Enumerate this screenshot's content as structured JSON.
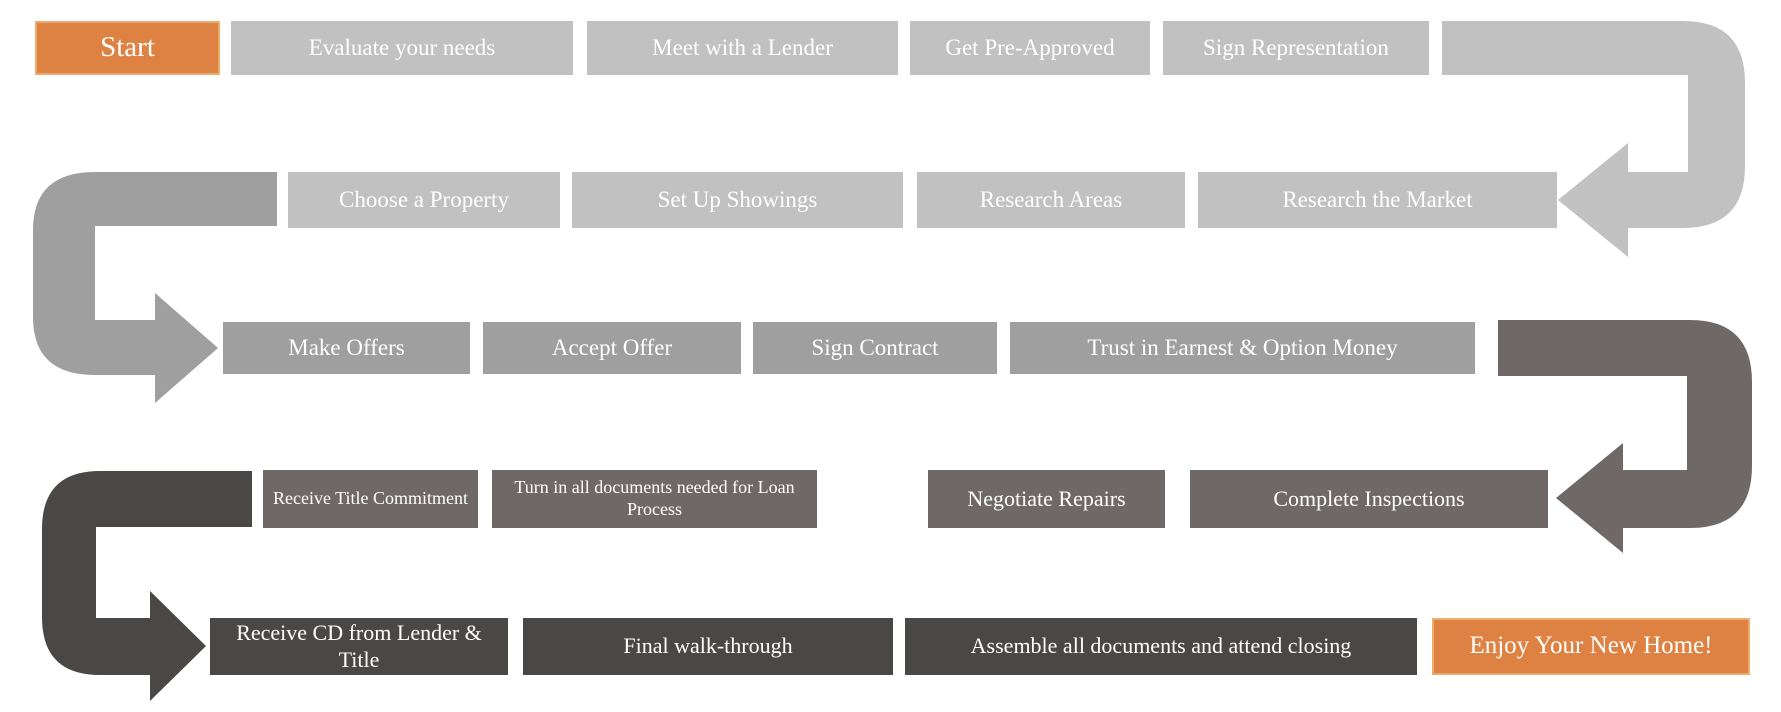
{
  "colors": {
    "accent_orange": "#DD8243",
    "orange_border": "#EBAD6C",
    "gray_light": "#C1C1C1",
    "gray_medium": "#A09F9F",
    "gray_dark": "#6E6966",
    "gray_darkest": "#4A4747",
    "text": "#FFFFFF",
    "background": "#FFFFFF"
  },
  "rows": [
    {
      "flow_direction": "left-to-right",
      "steps": [
        {
          "label": "Start",
          "type": "start"
        },
        {
          "label": "Evaluate your needs"
        },
        {
          "label": "Meet with a Lender"
        },
        {
          "label": "Get Pre-Approved"
        },
        {
          "label": "Sign Representation"
        }
      ]
    },
    {
      "flow_direction": "right-to-left",
      "steps": [
        {
          "label": "Choose a Property"
        },
        {
          "label": "Set Up Showings"
        },
        {
          "label": "Research Areas"
        },
        {
          "label": "Research the Market"
        }
      ]
    },
    {
      "flow_direction": "left-to-right",
      "steps": [
        {
          "label": "Make Offers"
        },
        {
          "label": "Accept Offer"
        },
        {
          "label": "Sign Contract"
        },
        {
          "label": "Trust in Earnest & Option Money"
        }
      ]
    },
    {
      "flow_direction": "right-to-left",
      "steps": [
        {
          "label": "Receive Title Commitment"
        },
        {
          "label": "Turn in all documents needed for Loan Process"
        },
        {
          "label": "Negotiate Repairs"
        },
        {
          "label": "Complete Inspections"
        }
      ]
    },
    {
      "flow_direction": "left-to-right",
      "steps": [
        {
          "label": "Receive CD from Lender & Title"
        },
        {
          "label": "Final walk-through"
        },
        {
          "label": "Assemble all documents and attend closing"
        },
        {
          "label": "Enjoy Your New Home!",
          "type": "end"
        }
      ]
    }
  ],
  "arrows": [
    {
      "name": "row1-to-row2",
      "side": "right",
      "points": "left",
      "color": "#C1C1C1"
    },
    {
      "name": "row2-to-row3",
      "side": "left",
      "points": "right",
      "color": "#A09F9F"
    },
    {
      "name": "row3-to-row4",
      "side": "right",
      "points": "left",
      "color": "#6E6966"
    },
    {
      "name": "row4-to-row5",
      "side": "left",
      "points": "right",
      "color": "#4A4747"
    }
  ]
}
